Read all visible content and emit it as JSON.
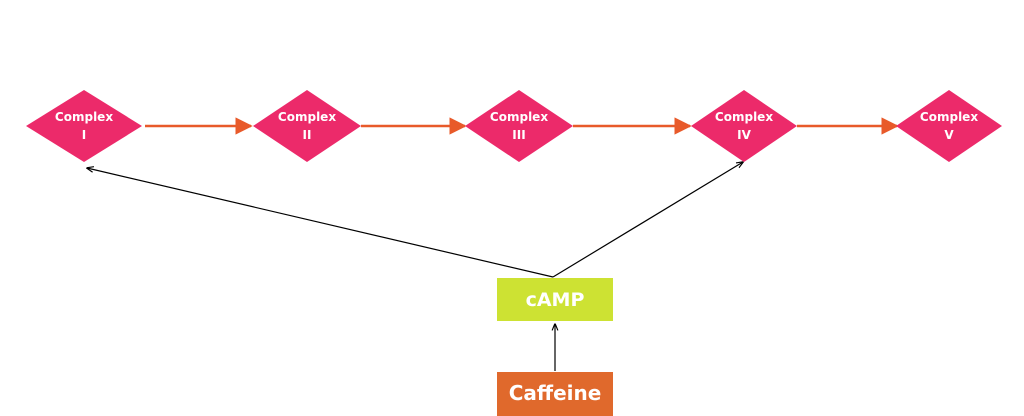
{
  "colors": {
    "complex_fill": "#EC2A6A",
    "chain_arrow": "#E85A2A",
    "camp_fill": "#CDE233",
    "caffeine_fill": "#E0692C",
    "regulation_arrow": "#000000"
  },
  "complexes": [
    {
      "line1": "Complex",
      "line2": "I"
    },
    {
      "line1": "Complex",
      "line2": "II"
    },
    {
      "line1": "Complex",
      "line2": "III"
    },
    {
      "line1": "Complex",
      "line2": "IV"
    },
    {
      "line1": "Complex",
      "line2": "V"
    }
  ],
  "camp": {
    "label": "cAMP"
  },
  "caffeine": {
    "label": "Caffeine"
  }
}
